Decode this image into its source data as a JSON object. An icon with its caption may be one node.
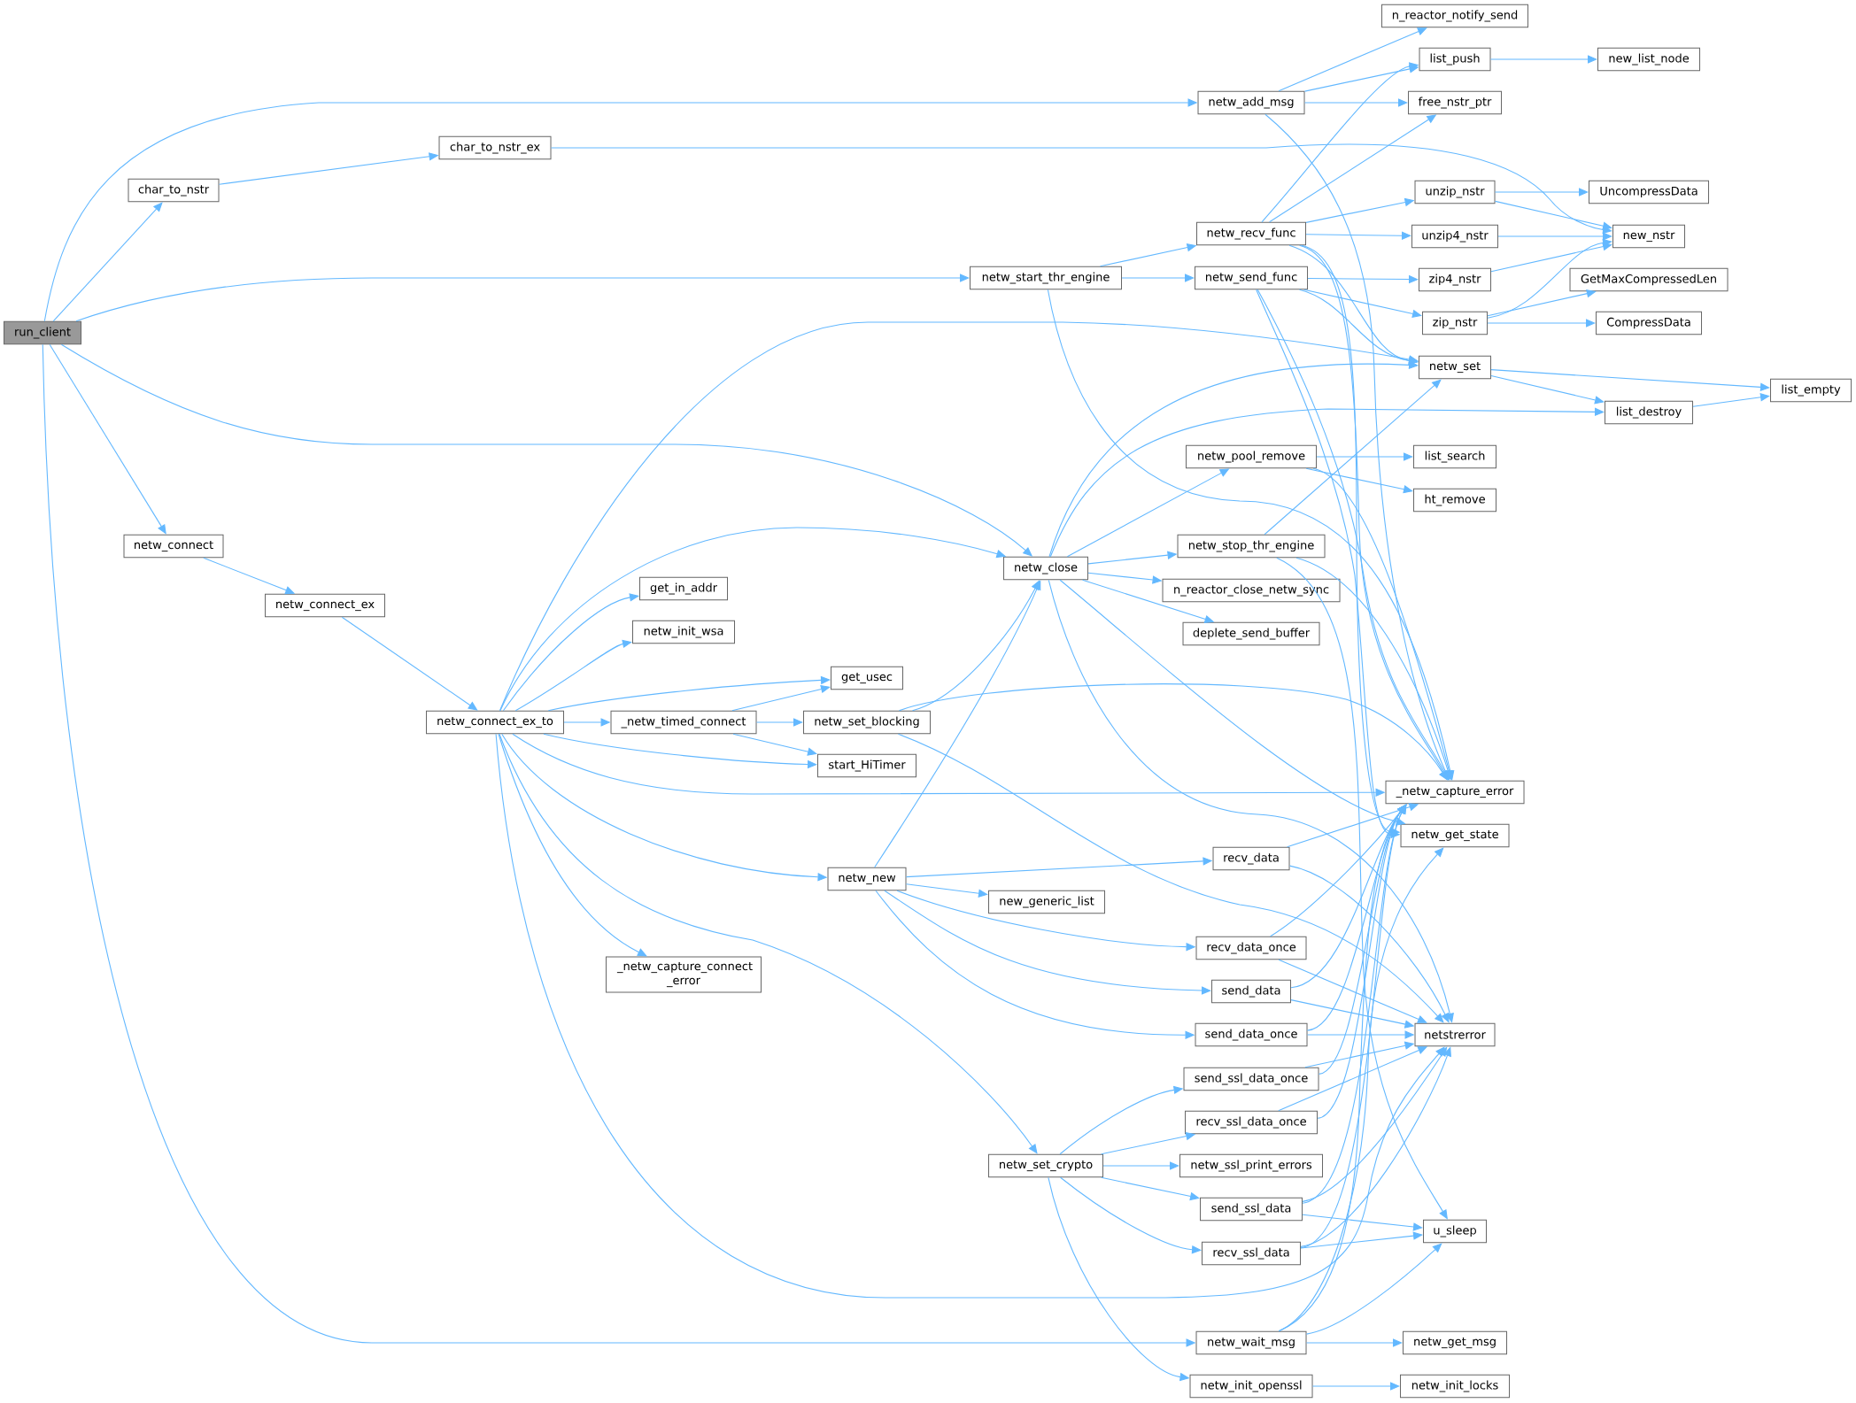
{
  "diagram": {
    "nodes": [
      {
        "text": [
          "run_client"
        ]
      },
      {
        "text": [
          "char_to_nstr"
        ]
      },
      {
        "text": [
          "netw_connect"
        ]
      },
      {
        "text": [
          "char_to_nstr_ex"
        ]
      },
      {
        "text": [
          "netw_connect_ex"
        ]
      },
      {
        "text": [
          "netw_connect_ex_to"
        ]
      },
      {
        "text": [
          "get_in_addr"
        ]
      },
      {
        "text": [
          "netw_init_wsa"
        ]
      },
      {
        "text": [
          "_netw_timed_connect"
        ]
      },
      {
        "text": [
          "_netw_capture_connect _error"
        ]
      },
      {
        "text": [
          "get_usec"
        ]
      },
      {
        "text": [
          "netw_set_blocking"
        ]
      },
      {
        "text": [
          "start_HiTimer"
        ]
      },
      {
        "text": [
          "netw_new"
        ]
      },
      {
        "text": [
          "netw_start_thr_engine"
        ]
      },
      {
        "text": [
          "netw_close"
        ]
      },
      {
        "text": [
          "new_generic_list"
        ]
      },
      {
        "text": [
          "netw_set_crypto"
        ]
      },
      {
        "text": [
          "netw_add_msg"
        ]
      },
      {
        "text": [
          "netw_recv_func"
        ]
      },
      {
        "text": [
          "netw_send_func"
        ]
      },
      {
        "text": [
          "netw_pool_remove"
        ]
      },
      {
        "text": [
          "netw_stop_thr_engine"
        ]
      },
      {
        "text": [
          "n_reactor_close_netw_sync"
        ]
      },
      {
        "text": [
          "deplete_send_buffer"
        ]
      },
      {
        "text": [
          "recv_data"
        ]
      },
      {
        "text": [
          "recv_data_once"
        ]
      },
      {
        "text": [
          "send_data"
        ]
      },
      {
        "text": [
          "send_data_once"
        ]
      },
      {
        "text": [
          "send_ssl_data_once"
        ]
      },
      {
        "text": [
          "recv_ssl_data_once"
        ]
      },
      {
        "text": [
          "netw_ssl_print_errors"
        ]
      },
      {
        "text": [
          "send_ssl_data"
        ]
      },
      {
        "text": [
          "recv_ssl_data"
        ]
      },
      {
        "text": [
          "netw_wait_msg"
        ]
      },
      {
        "text": [
          "netw_init_openssl"
        ]
      },
      {
        "text": [
          "n_reactor_notify_send"
        ]
      },
      {
        "text": [
          "list_push"
        ]
      },
      {
        "text": [
          "free_nstr_ptr"
        ]
      },
      {
        "text": [
          "unzip_nstr"
        ]
      },
      {
        "text": [
          "unzip4_nstr"
        ]
      },
      {
        "text": [
          "zip4_nstr"
        ]
      },
      {
        "text": [
          "zip_nstr"
        ]
      },
      {
        "text": [
          "netw_set"
        ]
      },
      {
        "text": [
          "list_search"
        ]
      },
      {
        "text": [
          "ht_remove"
        ]
      },
      {
        "text": [
          "_netw_capture_error"
        ]
      },
      {
        "text": [
          "netw_get_state"
        ]
      },
      {
        "text": [
          "netstrerror"
        ]
      },
      {
        "text": [
          "u_sleep"
        ]
      },
      {
        "text": [
          "netw_get_msg"
        ]
      },
      {
        "text": [
          "netw_init_locks"
        ]
      },
      {
        "text": [
          "new_list_node"
        ]
      },
      {
        "text": [
          "UncompressData"
        ]
      },
      {
        "text": [
          "new_nstr"
        ]
      },
      {
        "text": [
          "GetMaxCompressedLen"
        ]
      },
      {
        "text": [
          "CompressData"
        ]
      },
      {
        "text": [
          "list_destroy"
        ]
      },
      {
        "text": [
          "list_empty"
        ]
      }
    ],
    "edges": [
      {
        "from": 0,
        "to": 18,
        "arrow": "to"
      },
      {
        "from": 0,
        "to": 1,
        "arrow": "to"
      },
      {
        "from": 0,
        "to": 14,
        "arrow": "to"
      },
      {
        "from": 0,
        "to": 15,
        "arrow": "to"
      },
      {
        "from": 0,
        "to": 2,
        "arrow": "to"
      },
      {
        "from": 0,
        "to": 34,
        "arrow": "to"
      },
      {
        "from": 1,
        "to": 3,
        "arrow": "to"
      },
      {
        "from": 2,
        "to": 4,
        "arrow": "to"
      },
      {
        "from": 3,
        "to": 54,
        "arrow": "to"
      },
      {
        "from": 4,
        "to": 5,
        "arrow": "to"
      },
      {
        "from": 5,
        "to": 43,
        "arrow": "to"
      },
      {
        "from": 5,
        "to": 15,
        "arrow": "to"
      },
      {
        "from": 5,
        "to": 6,
        "arrow": "to"
      },
      {
        "from": 5,
        "to": 7,
        "arrow": "to"
      },
      {
        "from": 5,
        "to": 10,
        "arrow": "to"
      },
      {
        "from": 5,
        "to": 8,
        "arrow": "to"
      },
      {
        "from": 5,
        "to": 12,
        "arrow": "to"
      },
      {
        "from": 5,
        "to": 46,
        "arrow": "to"
      },
      {
        "from": 5,
        "to": 13,
        "arrow": "to"
      },
      {
        "from": 5,
        "to": 17,
        "arrow": "to"
      },
      {
        "from": 5,
        "to": 9,
        "arrow": "to"
      },
      {
        "from": 5,
        "to": 48,
        "arrow": "to"
      },
      {
        "from": 8,
        "to": 10,
        "arrow": "to"
      },
      {
        "from": 8,
        "to": 11,
        "arrow": "to"
      },
      {
        "from": 8,
        "to": 12,
        "arrow": "to"
      },
      {
        "from": 11,
        "to": 15,
        "arrow": "to"
      },
      {
        "from": 11,
        "to": 46,
        "arrow": "to"
      },
      {
        "from": 11,
        "to": 48,
        "arrow": "to"
      },
      {
        "from": 13,
        "to": 15,
        "arrow": "to"
      },
      {
        "from": 13,
        "to": 25,
        "arrow": "to"
      },
      {
        "from": 13,
        "to": 16,
        "arrow": "to"
      },
      {
        "from": 13,
        "to": 26,
        "arrow": "to"
      },
      {
        "from": 13,
        "to": 27,
        "arrow": "to"
      },
      {
        "from": 13,
        "to": 28,
        "arrow": "to"
      },
      {
        "from": 14,
        "to": 19,
        "arrow": "to"
      },
      {
        "from": 14,
        "to": 20,
        "arrow": "to"
      },
      {
        "from": 14,
        "to": 46,
        "arrow": "to"
      },
      {
        "from": 15,
        "to": 43,
        "arrow": "to"
      },
      {
        "from": 15,
        "to": 57,
        "arrow": "to"
      },
      {
        "from": 15,
        "to": 21,
        "arrow": "to"
      },
      {
        "from": 15,
        "to": 22,
        "arrow": "to"
      },
      {
        "from": 15,
        "to": 23,
        "arrow": "to"
      },
      {
        "from": 15,
        "to": 24,
        "arrow": "to"
      },
      {
        "from": 15,
        "to": 47,
        "arrow": "to"
      },
      {
        "from": 15,
        "to": 48,
        "arrow": "to"
      },
      {
        "from": 17,
        "to": 29,
        "arrow": "to"
      },
      {
        "from": 17,
        "to": 30,
        "arrow": "to"
      },
      {
        "from": 17,
        "to": 31,
        "arrow": "to"
      },
      {
        "from": 17,
        "to": 32,
        "arrow": "to"
      },
      {
        "from": 17,
        "to": 33,
        "arrow": "to"
      },
      {
        "from": 17,
        "to": 35,
        "arrow": "to"
      },
      {
        "from": 18,
        "to": 36,
        "arrow": "to"
      },
      {
        "from": 18,
        "to": 37,
        "arrow": "to"
      },
      {
        "from": 18,
        "to": 38,
        "arrow": "to"
      },
      {
        "from": 18,
        "to": 46,
        "arrow": "to"
      },
      {
        "from": 19,
        "to": 37,
        "arrow": "to"
      },
      {
        "from": 19,
        "to": 38,
        "arrow": "to"
      },
      {
        "from": 19,
        "to": 39,
        "arrow": "to"
      },
      {
        "from": 19,
        "to": 40,
        "arrow": "to"
      },
      {
        "from": 19,
        "to": 43,
        "arrow": "to"
      },
      {
        "from": 19,
        "to": 46,
        "arrow": "to"
      },
      {
        "from": 19,
        "to": 47,
        "arrow": "to"
      },
      {
        "from": 20,
        "to": 41,
        "arrow": "to"
      },
      {
        "from": 20,
        "to": 42,
        "arrow": "to"
      },
      {
        "from": 20,
        "to": 43,
        "arrow": "to"
      },
      {
        "from": 20,
        "to": 46,
        "arrow": "to"
      },
      {
        "from": 20,
        "to": 47,
        "arrow": "to"
      },
      {
        "from": 21,
        "to": 44,
        "arrow": "to"
      },
      {
        "from": 21,
        "to": 45,
        "arrow": "to"
      },
      {
        "from": 21,
        "to": 46,
        "arrow": "to"
      },
      {
        "from": 22,
        "to": 43,
        "arrow": "to"
      },
      {
        "from": 22,
        "to": 46,
        "arrow": "to"
      },
      {
        "from": 22,
        "to": 49,
        "arrow": "to"
      },
      {
        "from": 25,
        "to": 46,
        "arrow": "to"
      },
      {
        "from": 25,
        "to": 48,
        "arrow": "to"
      },
      {
        "from": 26,
        "to": 46,
        "arrow": "to"
      },
      {
        "from": 26,
        "to": 48,
        "arrow": "to"
      },
      {
        "from": 27,
        "to": 46,
        "arrow": "to"
      },
      {
        "from": 27,
        "to": 48,
        "arrow": "to"
      },
      {
        "from": 28,
        "to": 46,
        "arrow": "to"
      },
      {
        "from": 28,
        "to": 48,
        "arrow": "to"
      },
      {
        "from": 29,
        "to": 46,
        "arrow": "to"
      },
      {
        "from": 29,
        "to": 48,
        "arrow": "to"
      },
      {
        "from": 30,
        "to": 46,
        "arrow": "to"
      },
      {
        "from": 30,
        "to": 48,
        "arrow": "to"
      },
      {
        "from": 32,
        "to": 46,
        "arrow": "to"
      },
      {
        "from": 32,
        "to": 48,
        "arrow": "to"
      },
      {
        "from": 32,
        "to": 49,
        "arrow": "to"
      },
      {
        "from": 33,
        "to": 46,
        "arrow": "to"
      },
      {
        "from": 33,
        "to": 48,
        "arrow": "to"
      },
      {
        "from": 33,
        "to": 49,
        "arrow": "to"
      },
      {
        "from": 34,
        "to": 46,
        "arrow": "to"
      },
      {
        "from": 34,
        "to": 47,
        "arrow": "to"
      },
      {
        "from": 34,
        "to": 49,
        "arrow": "to"
      },
      {
        "from": 34,
        "to": 50,
        "arrow": "to"
      },
      {
        "from": 35,
        "to": 51,
        "arrow": "to"
      },
      {
        "from": 37,
        "to": 52,
        "arrow": "to"
      },
      {
        "from": 39,
        "to": 53,
        "arrow": "to"
      },
      {
        "from": 39,
        "to": 54,
        "arrow": "to"
      },
      {
        "from": 40,
        "to": 54,
        "arrow": "to"
      },
      {
        "from": 41,
        "to": 54,
        "arrow": "to"
      },
      {
        "from": 42,
        "to": 54,
        "arrow": "to"
      },
      {
        "from": 42,
        "to": 55,
        "arrow": "to"
      },
      {
        "from": 42,
        "to": 56,
        "arrow": "to"
      },
      {
        "from": 43,
        "to": 58,
        "arrow": "to"
      },
      {
        "from": 43,
        "to": 57,
        "arrow": "to"
      },
      {
        "from": 57,
        "to": 58,
        "arrow": "to"
      }
    ]
  }
}
